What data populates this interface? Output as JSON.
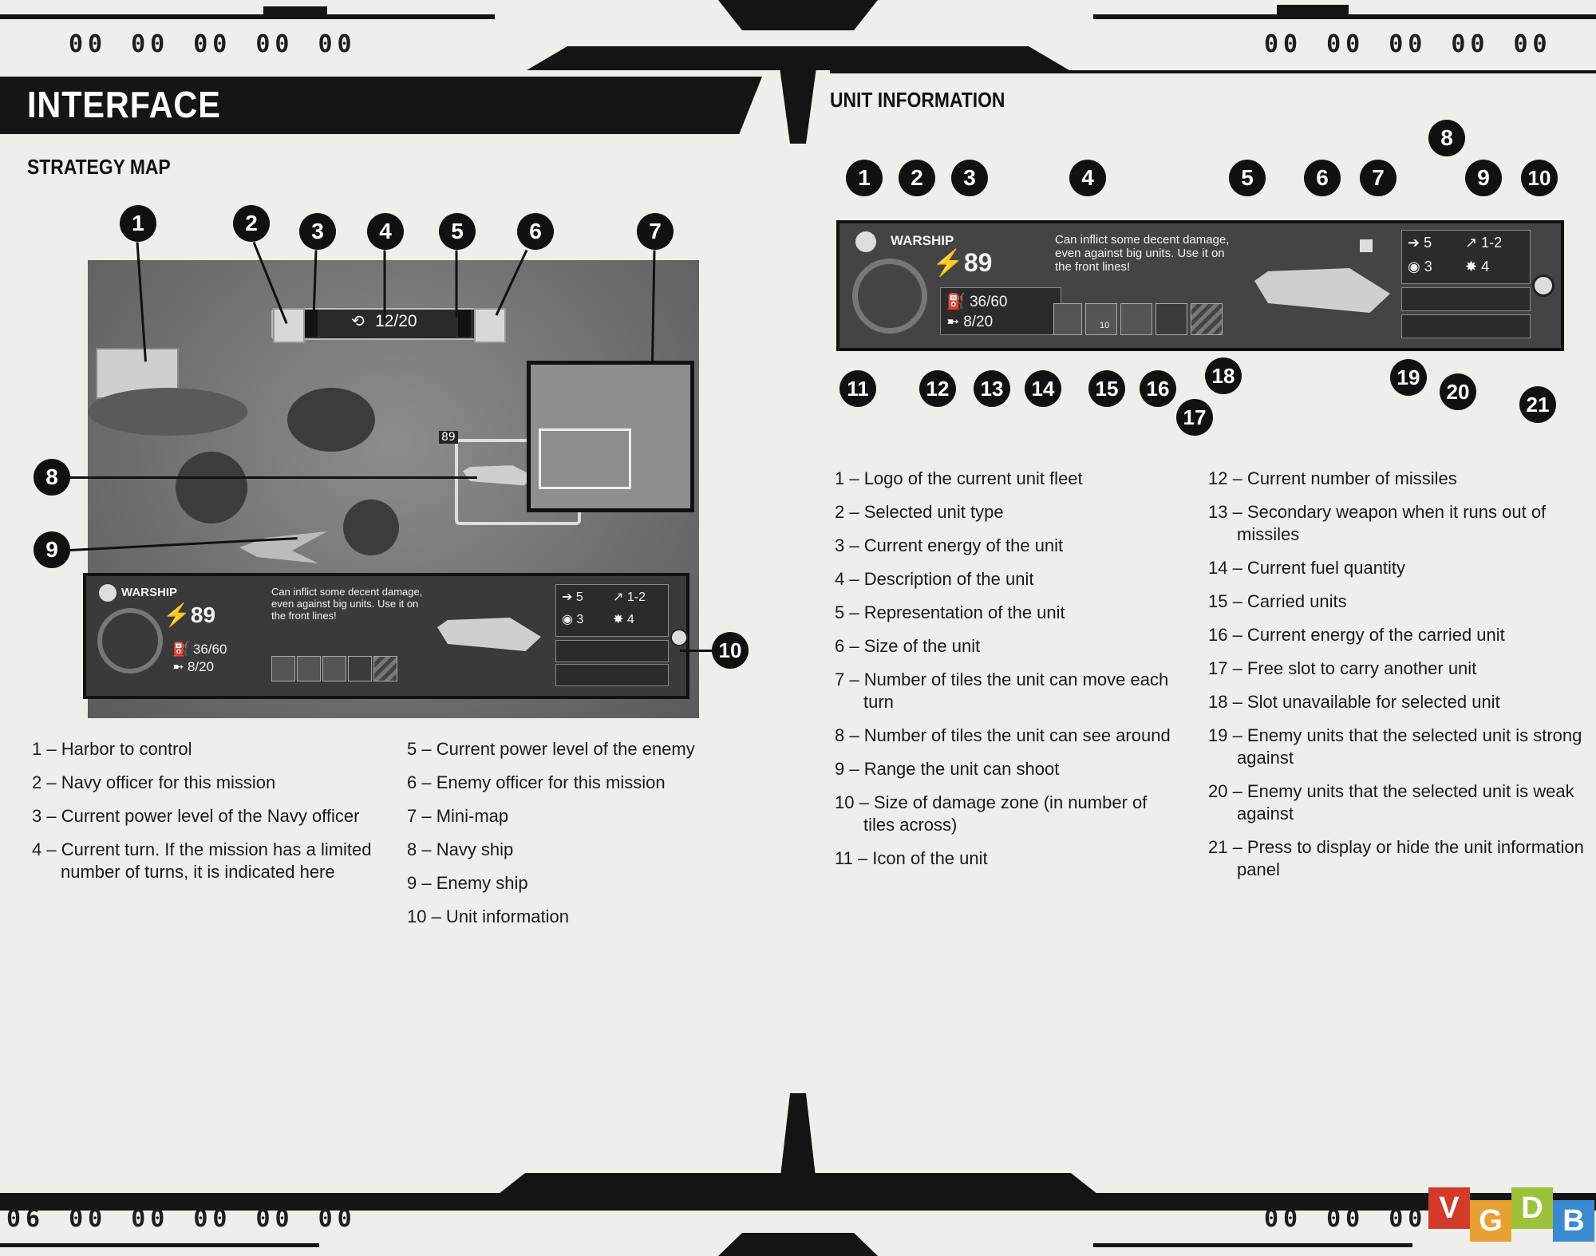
{
  "page": {
    "header_left_marks": [
      "00",
      "00",
      "00",
      "00",
      "00"
    ],
    "header_right_marks": [
      "00",
      "00",
      "00",
      "00",
      "00"
    ],
    "footer_left_page": "06",
    "footer_left_marks": [
      "00",
      "00",
      "00",
      "00",
      "00"
    ],
    "footer_right_marks": [
      "00",
      "00",
      "00"
    ]
  },
  "left": {
    "title": "INTERFACE",
    "section": "STRATEGY MAP",
    "callouts": [
      "1",
      "2",
      "3",
      "4",
      "5",
      "6",
      "7",
      "8",
      "9",
      "10"
    ],
    "hud": {
      "turn": "12/20",
      "unit_marker": "89"
    },
    "legend_col1": [
      "1 – Harbor to control",
      "2 – Navy officer for this mission",
      "3 – Current power level of the Navy officer",
      "4 – Current turn. If the mission has a limited number of turns, it is indicated here"
    ],
    "legend_col2": [
      "5 – Current power level of the enemy",
      "6 – Enemy officer for this mission",
      "7 – Mini-map",
      "8 – Navy ship",
      "9 – Enemy ship",
      "10 – Unit information"
    ]
  },
  "right": {
    "section": "UNIT INFORMATION",
    "callouts": [
      "1",
      "2",
      "3",
      "4",
      "5",
      "6",
      "7",
      "8",
      "9",
      "10",
      "11",
      "12",
      "13",
      "14",
      "15",
      "16",
      "17",
      "18",
      "19",
      "20",
      "21"
    ],
    "legend_col1": [
      "1 – Logo of the current unit fleet",
      "2 – Selected unit type",
      "3 – Current energy of the unit",
      "4 – Description of the unit",
      "5 – Representation of the unit",
      "6 – Size of the unit",
      "7 – Number of tiles the unit can move each turn",
      "8 – Number of tiles the unit can see around",
      "9 – Range the unit can shoot",
      "10 – Size of damage zone (in number of tiles across)",
      "11 – Icon of the unit"
    ],
    "legend_col2": [
      "12 – Current number of missiles",
      "13 – Secondary weapon when it runs out of missiles",
      "14 – Current fuel quantity",
      "15 – Carried units",
      "16 – Current energy of the carried unit",
      "17 – Free slot to carry another unit",
      "18 – Slot unavailable for selected unit",
      "19 – Enemy units that the selected unit is strong against",
      "20 – Enemy units that the selected unit is weak against",
      "21 – Press to display or hide the unit information panel"
    ]
  },
  "unit_panel": {
    "type": "WARSHIP",
    "energy": "89",
    "description": "Can inflict some decent damage, even against big units. Use it on the front lines!",
    "fuel": "36/60",
    "missiles": "8/20",
    "move": "5",
    "range": "1-2",
    "sight": "3",
    "damage_zone": "4",
    "carried_energy": "10"
  },
  "watermark": [
    "V",
    "G",
    "D",
    "B"
  ]
}
